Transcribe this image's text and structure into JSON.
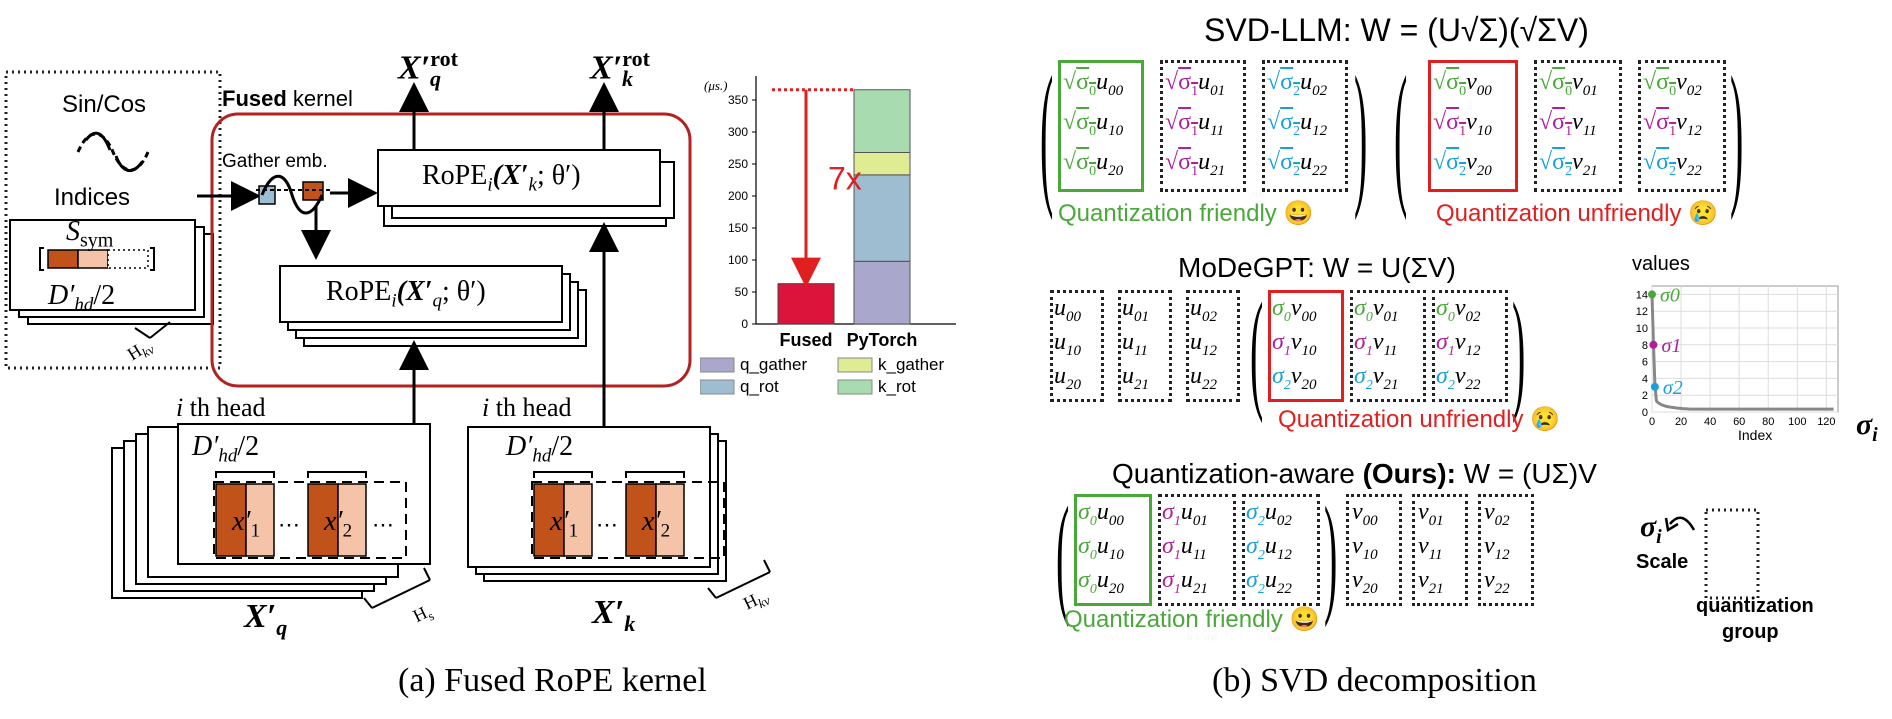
{
  "left": {
    "sincos": "Sin/Cos",
    "indices": "Indices",
    "s_sym": "S",
    "s_sym_sub": "sym",
    "dhd_half": "D′",
    "dhd_sub": "hd",
    "dhd_tail": "/2",
    "hkv": "H",
    "hkv_sub": "kv",
    "hs": "H",
    "hs_sub": "s",
    "fused_bold": "Fused",
    "fused_rest": " kernel",
    "gather": "Gather emb.",
    "rope_k": "RoPE",
    "rope_i": "i",
    "rope_k_args": "(X′",
    "rope_k_sub": "k",
    "rope_theta": "; θ′)",
    "rope_q_sub": "q",
    "xq_rot": "X′",
    "rot": "rot",
    "q": "q",
    "k": "k",
    "ith_head": "i",
    "ith_head_rest": " th head",
    "x1": "x′",
    "x1_sub": "1",
    "x2_sub": "2",
    "dots": "⋯",
    "xq_bottom": "X′",
    "caption": "(a) Fused RoPE kernel"
  },
  "chart_data": {
    "type": "bar",
    "stacked": true,
    "unit_label": "(μs.)",
    "categories": [
      "Fused",
      "PyTorch"
    ],
    "ylim": [
      0,
      375
    ],
    "yticks": [
      0,
      50,
      100,
      150,
      200,
      250,
      300,
      350
    ],
    "series": [
      {
        "name": "q_gather",
        "color": "#a9a7cc",
        "values": [
          null,
          98
        ]
      },
      {
        "name": "q_rot",
        "color": "#9fbdd0",
        "values": [
          null,
          135
        ]
      },
      {
        "name": "k_gather",
        "color": "#e0ec94",
        "values": [
          null,
          35
        ]
      },
      {
        "name": "k_rot",
        "color": "#a8dcb0",
        "values": [
          null,
          98
        ]
      }
    ],
    "fused_value": 63,
    "fused_color": "#dc143c",
    "pytorch_total": 366,
    "speedup_label": "7x"
  },
  "right": {
    "svd_title": "SVD-LLM:  W = (U√Σ)(√ΣV)",
    "modegpt_title": "MoDeGPT: W = U(ΣV)",
    "ours_pre": "Quantization-aware ",
    "ours_bold": "(Ours):",
    "ours_post": " W = (UΣ)V",
    "qf": "Quantization friendly",
    "qu": "Quantization unfriendly",
    "emoji_happy": "😀",
    "emoji_sad": "😢",
    "sigma_i": "σ",
    "sigma_sub": "i",
    "scale": "Scale",
    "qgroup1": "quantization",
    "qgroup2": "group",
    "caption": "(b) SVD decomposition"
  },
  "mini_chart": {
    "title": "values",
    "xlabel": "Index",
    "xticks": [
      0,
      20,
      40,
      60,
      80,
      100,
      120
    ],
    "yticks": [
      0,
      2,
      4,
      6,
      8,
      10,
      12,
      14
    ],
    "points": [
      {
        "label": "σ0",
        "index": 0,
        "value": 14,
        "color": "#4aa83a"
      },
      {
        "label": "σ1",
        "index": 1,
        "value": 8,
        "color": "#b0209a"
      },
      {
        "label": "σ2",
        "index": 2,
        "value": 3,
        "color": "#1aa0d8"
      }
    ],
    "sigma_axis_label": "σ",
    "sigma_axis_sub": "i"
  },
  "colors": {
    "kernel_border": "#b22222",
    "orange": "#c0521a",
    "peach": "#f4c3a8",
    "green": "#4aa83a",
    "magenta": "#b0209a",
    "cyan": "#1aa0d8",
    "red": "#e02020"
  }
}
